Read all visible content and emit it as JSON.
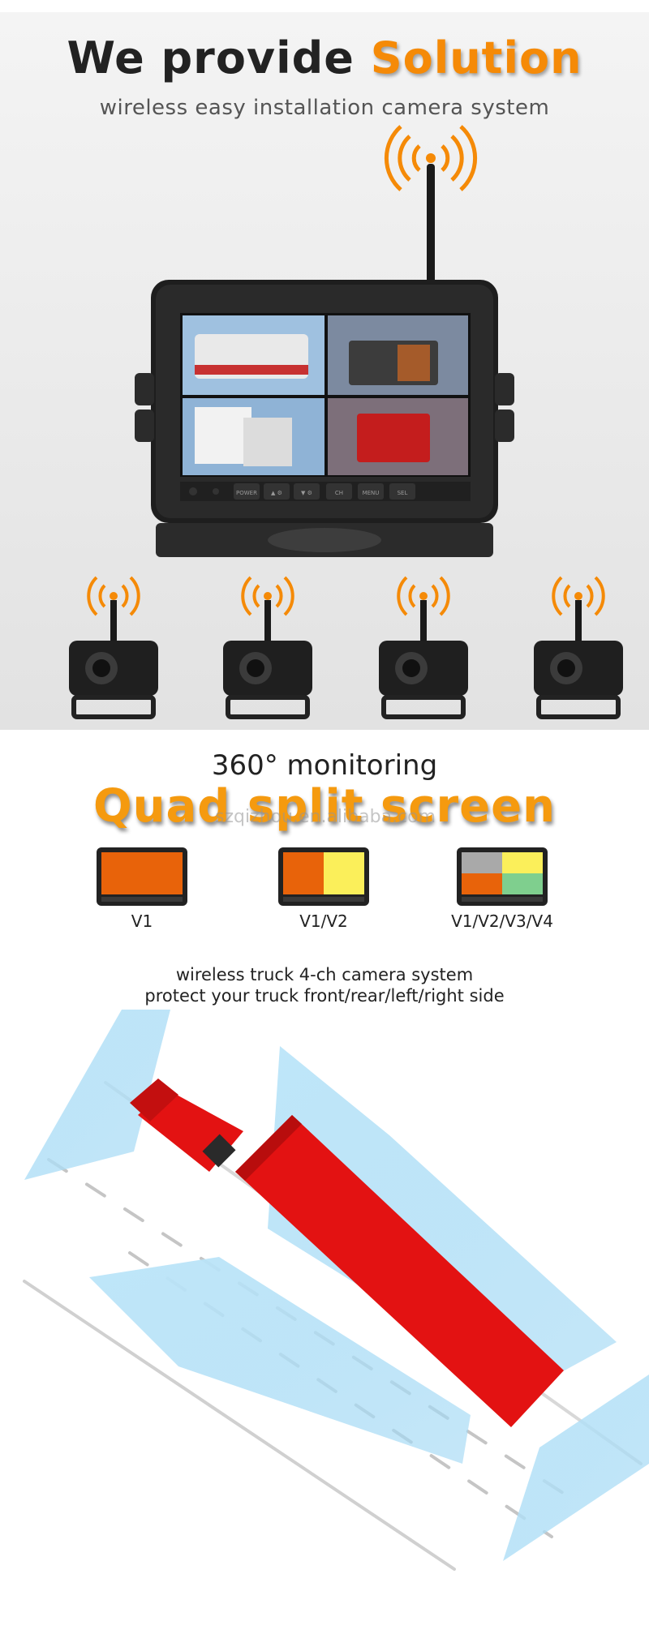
{
  "hero": {
    "title_plain": "We provide",
    "title_accent": "Solution",
    "subtitle": "wireless easy installation camera system"
  },
  "monitor": {
    "buttons": [
      "POWER",
      "▲ ⚙",
      "▼ ⚙",
      "CH",
      "MENU",
      "SEL"
    ]
  },
  "monitoring": {
    "caption": "360° monitoring",
    "headline": "Quad split screen",
    "watermark": "szqizhou.en.alibaba.com"
  },
  "modes": [
    {
      "label": "V1",
      "colors": [
        "#e8630a"
      ]
    },
    {
      "label": "V1/V2",
      "colors": [
        "#e8630a",
        "#fbef5a"
      ]
    },
    {
      "label": "V1/V2/V3/V4",
      "colors": [
        "#a9a9a9",
        "#fbef5a",
        "#e8630a",
        "#7fcf8e"
      ]
    }
  ],
  "description": {
    "line1": "wireless truck 4-ch camera system",
    "line2": "protect your truck front/rear/left/right side"
  },
  "colors": {
    "accent": "#f58a07",
    "truck": "#e31212",
    "coverage": "#a9dcf5"
  }
}
